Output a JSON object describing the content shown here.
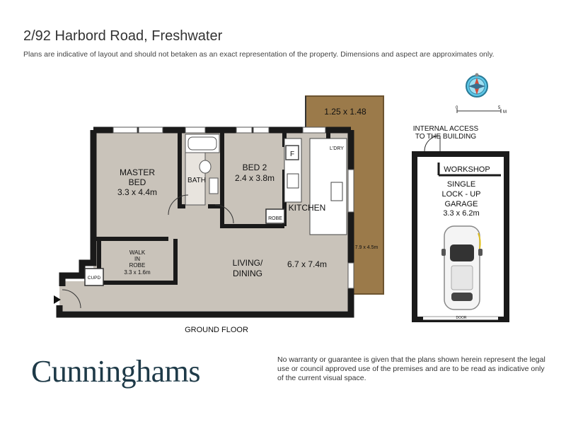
{
  "header": {
    "title": "2/92 Harbord Road, Freshwater",
    "disclaimer": "Plans are indicative of layout and should not betaken as an exact representation of the property.  Dimensions and aspect are approximates only."
  },
  "compass": {
    "icon": "compass-icon"
  },
  "scale_bar": {
    "start": "0",
    "end": "5",
    "unit": "M"
  },
  "rooms": {
    "master_bed": {
      "name_line1": "MASTER",
      "name_line2": "BED",
      "size": "3.3 x 4.4m"
    },
    "bed2": {
      "name": "BED 2",
      "size": "2.4 x 3.8m"
    },
    "bath": {
      "name": "BATH"
    },
    "robe": {
      "name": "ROBE"
    },
    "kitchen": {
      "name": "KITCHEN",
      "fridge": "F"
    },
    "laundry": {
      "name": "L'DRY"
    },
    "walk_in_robe": {
      "line1": "WALK",
      "line2": "IN",
      "line3": "ROBE",
      "size": "3.3 x 1.6m"
    },
    "cupd": {
      "name": "CUPD"
    },
    "living_dining": {
      "line1": "LIVING/",
      "line2": "DINING",
      "size": "6.7 x 7.4m"
    },
    "balcony_small": {
      "size": "1.25 x 1.48"
    },
    "balcony_large": {
      "size": "7.9 x 4.5m"
    }
  },
  "floor_label": "GROUND FLOOR",
  "garage": {
    "access_line1": "INTERNAL ACCESS",
    "access_line2": "TO THE BUILDING",
    "workshop": "WORKSHOP",
    "line1": "SINGLE",
    "line2": "LOCK - UP",
    "line3": "GARAGE",
    "size": "3.3 x 6.2m",
    "door": "DOOR"
  },
  "footer": {
    "brand": "Cunninghams",
    "warranty": "No warranty or guarantee is given that the plans shown herein represent the legal use or council approved use of the premises and are to be read as indicative only of the current visual space."
  },
  "colors": {
    "wall": "#1a1a1a",
    "floor": "#c9c3ba",
    "deck": "#9b7a4a",
    "brand": "#1e3a48"
  }
}
